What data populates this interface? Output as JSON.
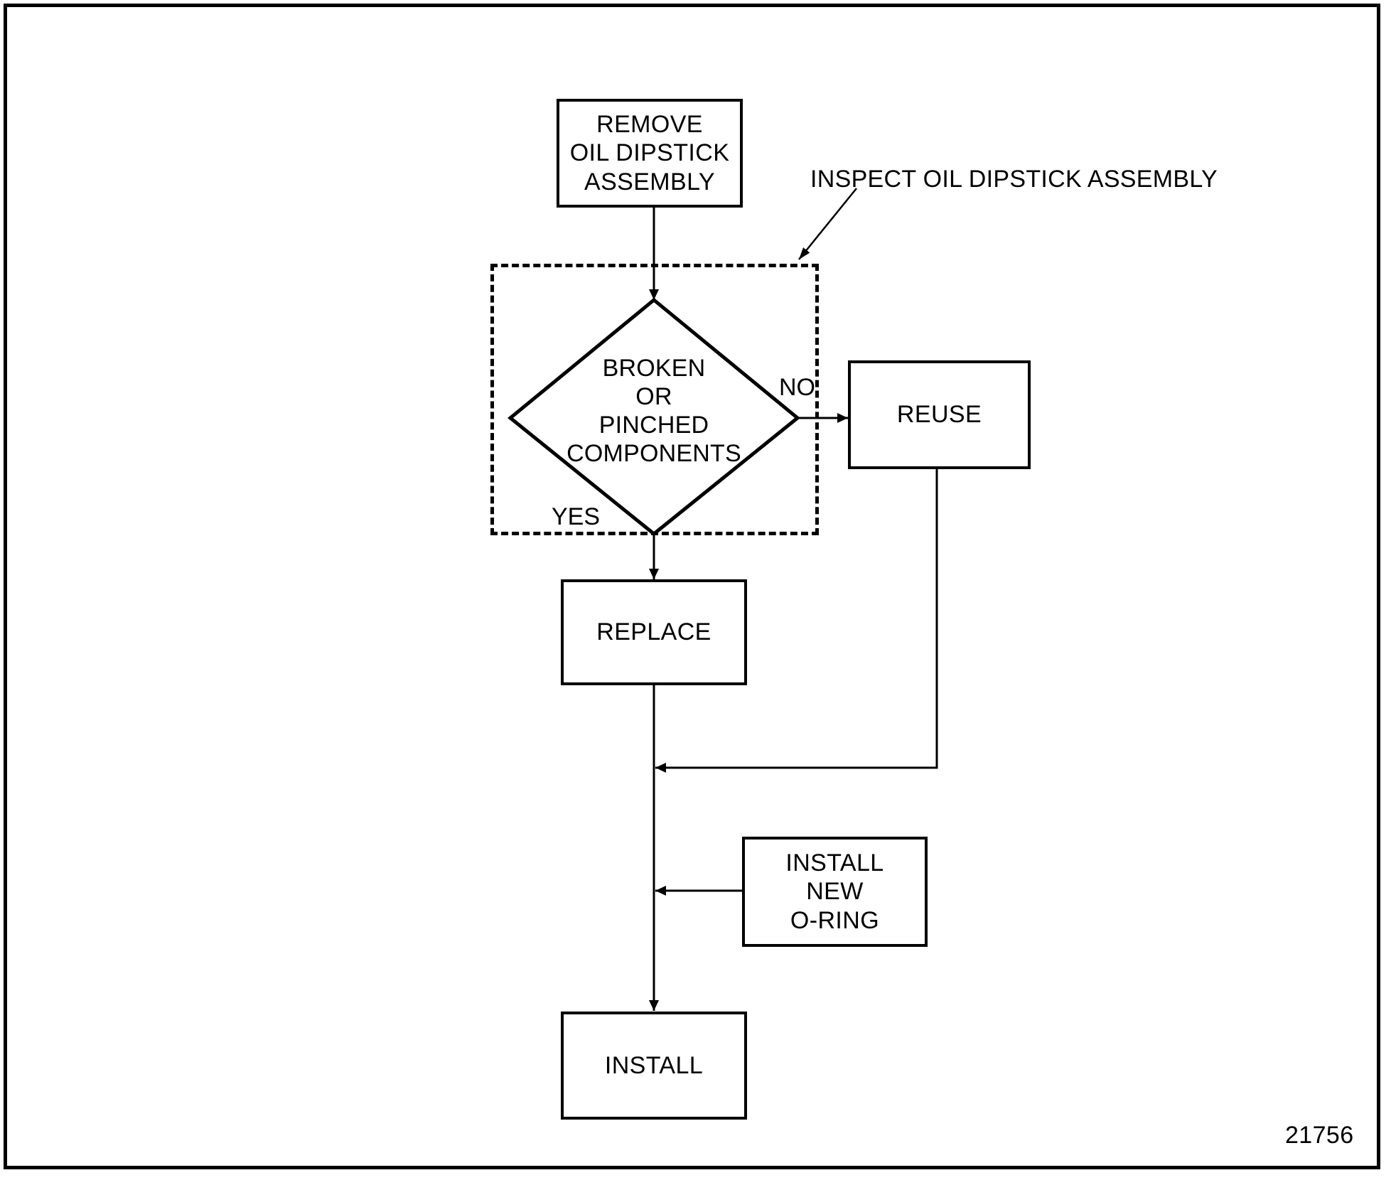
{
  "figure": {
    "number": "21756",
    "title_callout": "INSPECT OIL DIPSTICK ASSEMBLY"
  },
  "flowchart": {
    "type": "flowchart",
    "nodes": [
      {
        "id": "remove",
        "shape": "process",
        "label": "REMOVE\nOIL DIPSTICK\nASSEMBLY"
      },
      {
        "id": "decision",
        "shape": "decision",
        "label": "BROKEN\nOR\nPINCHED\nCOMPONENTS"
      },
      {
        "id": "reuse",
        "shape": "process",
        "label": "REUSE"
      },
      {
        "id": "replace",
        "shape": "process",
        "label": "REPLACE"
      },
      {
        "id": "install_oring",
        "shape": "process",
        "label": "INSTALL\nNEW\nO-RING"
      },
      {
        "id": "install",
        "shape": "process",
        "label": "INSTALL"
      }
    ],
    "edge_labels": {
      "no": "NO",
      "yes": "YES"
    },
    "edges": [
      {
        "from": "remove",
        "to": "decision",
        "label": ""
      },
      {
        "from": "decision",
        "to": "reuse",
        "label": "NO"
      },
      {
        "from": "decision",
        "to": "replace",
        "label": "YES"
      },
      {
        "from": "reuse",
        "to": "merge",
        "label": ""
      },
      {
        "from": "replace",
        "to": "install",
        "label": ""
      },
      {
        "from": "install_oring",
        "to": "merge2",
        "label": ""
      }
    ],
    "group": {
      "id": "inspect-group",
      "style": "dashed",
      "callout": "INSPECT OIL DIPSTICK ASSEMBLY",
      "members": [
        "decision"
      ]
    }
  },
  "colors": {
    "stroke": "#000000",
    "background": "#ffffff"
  }
}
